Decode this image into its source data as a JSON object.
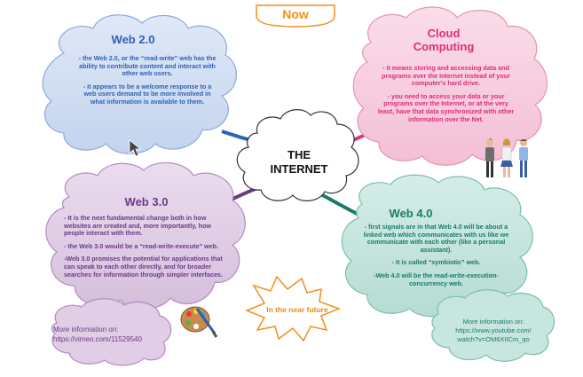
{
  "now_label": "Now",
  "center": {
    "title_line1": "THE",
    "title_line2": "INTERNET"
  },
  "web2": {
    "title": "Web 2.0",
    "p1": "- the Web 2.0, or the “read-write” web has the ability to contribute content and interact with other web users.",
    "p2": "- it appears to be a welcome response to a web users demand to be more involved in what information is available to them."
  },
  "cloud": {
    "title_line1": "Cloud",
    "title_line2": "Computing",
    "p1": "- it means storing and accessing data and programs over the Internet instead of your computer's hard drive.",
    "p2": "- you need to access your data or your programs over the Internet, or at the very least, have that data synchronized with other information over the Net."
  },
  "web3": {
    "title": "Web 3.0",
    "p1": "- It is the next fundamental change both in how websites are created and, more importantly, how people interact with them.",
    "p2": "- the Web 3.0 would be a “read-write-execute” web.",
    "p3": "-Web 3.0 promises the potential for applications that can speak to each other directly, and for broader searches for information through simpler interfaces."
  },
  "web4": {
    "title": "Web 4.0",
    "p1": "- first signals are in that Web 4.0 will be about a linked web which communicates with us like we communicate with each other (like a personal assistant).",
    "p2": "- It is called “symbiotic” web.",
    "p3": "-Web 4.0 will be the read-write-execution-concurrency web."
  },
  "near_future_label": "In the near future",
  "more_info_vimeo": {
    "line1": "More information on:",
    "line2": "https://vimeo.com/11529540"
  },
  "more_info_youtube": {
    "line1": "More information on:",
    "line2": "https://www.youtube.com/",
    "line3": "watch?v=OM6XIICm_qo"
  },
  "colors": {
    "web2_fill": "#cfdcf2",
    "web2_stroke": "#8ea9dc",
    "web2_text": "#2f62b5",
    "cloud_fill": "#f7cfe0",
    "cloud_stroke": "#e493b6",
    "cloud_text": "#d8317a",
    "web3_fill": "#e1cde6",
    "web3_stroke": "#b48bc0",
    "web3_text": "#6b3a86",
    "web4_fill": "#c7e6df",
    "web4_stroke": "#7fbcad",
    "web4_text": "#1a7a6a",
    "now_text": "#f28f1d",
    "near_future_text": "#e58a14",
    "vimeo_text": "#6b3a86",
    "youtube_text": "#1a7a6a"
  },
  "icons": [
    "cursor-arrow-icon",
    "people-icon",
    "paint-palette-icon"
  ]
}
